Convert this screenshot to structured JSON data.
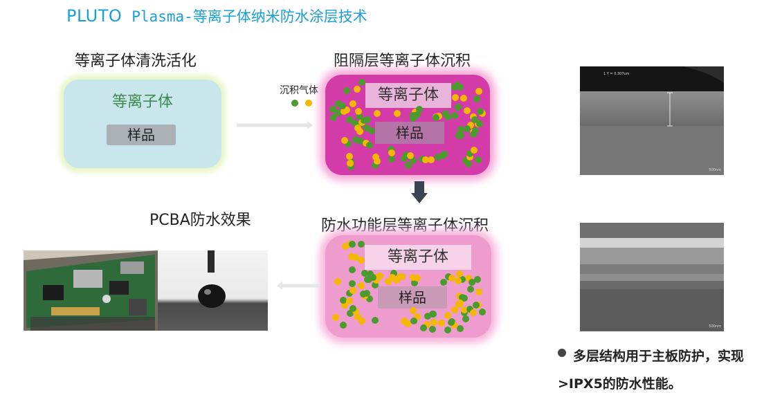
{
  "title": {
    "brand": "PLUTO",
    "subtitle": "Plasma-等离子体纳米防水涂层技术"
  },
  "steps": {
    "cleaning": "等离子体清洗活化",
    "barrier": "阻隔层等离子体沉积",
    "waterproof": "防水功能层等离子体沉积",
    "pcba_effect": "PCBA防水效果"
  },
  "box_labels": {
    "plasma": "等离子体",
    "sample": "样品"
  },
  "gas_label": "沉积气体",
  "bullet": {
    "line1": "多层结构用于主板防护，实现",
    "line2": ">IPX5的防水性能。"
  },
  "sem": {
    "top_caption": "1.Y = 0.307um",
    "scale": "500nm"
  },
  "colors": {
    "title": "#1aa0d8",
    "box1_fill": "#c9e6ec",
    "box2_fill": "#d33ba8",
    "box3_fill": "#ee9ccd",
    "dot_green": "#4a9a2e",
    "dot_yellow": "#f5b800",
    "arrow_dark": "#3b4453"
  }
}
